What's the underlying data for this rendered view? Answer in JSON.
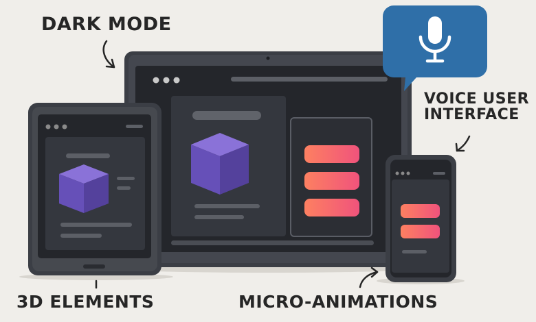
{
  "labels": {
    "dark_mode": "DARK MODE",
    "voice_ui_line1": "VOICE USER",
    "voice_ui_line2": "INTERFACE",
    "three_d": "3D ELEMENTS",
    "micro": "MICRO-ANIMATIONS"
  },
  "icons": {
    "voice": "microphone-icon",
    "cube": "cube-icon",
    "arrows": "curved-arrow-icon",
    "window_controls": "window-dots-icon"
  },
  "colors": {
    "background": "#f0eeea",
    "device_frame": "#3b3e45",
    "screen": "#24262b",
    "panel": "#34373e",
    "text_placeholder": "#5c5f66",
    "cube_top": "#8a72d8",
    "cube_left": "#6650b8",
    "cube_right": "#54419c",
    "gradient_start": "#fd7061",
    "gradient_end": "#f0537c",
    "bubble": "#2f6fa8",
    "text": "#262626"
  }
}
